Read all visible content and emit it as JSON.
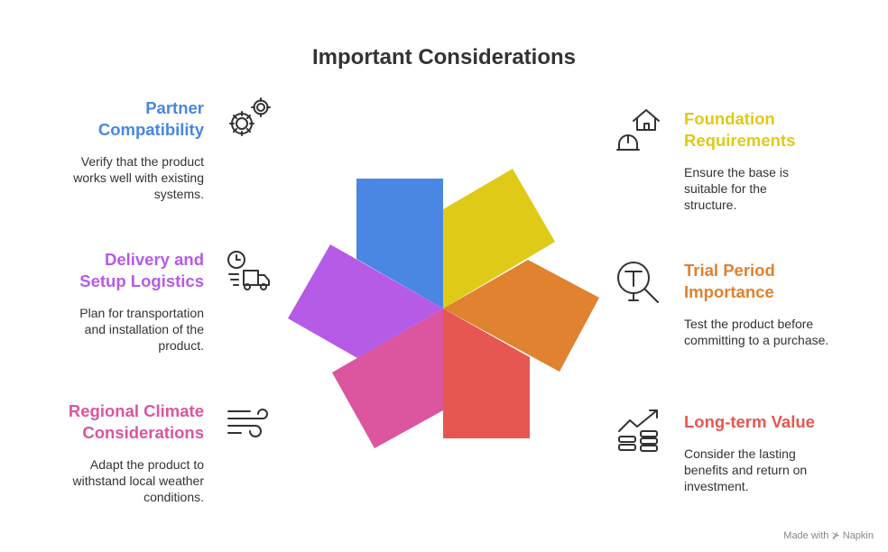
{
  "title": "Important Considerations",
  "items": [
    {
      "id": "partner",
      "title": "Partner\nCompatibility",
      "desc": "Verify that the product works well with existing systems.",
      "color": "#4a86e4",
      "icon": "gears-icon"
    },
    {
      "id": "delivery",
      "title": "Delivery and\nSetup Logistics",
      "desc": "Plan for transportation and installation of the product.",
      "color": "#b65be6",
      "icon": "delivery-truck-clock-icon"
    },
    {
      "id": "climate",
      "title": "Regional Climate\nConsiderations",
      "desc": "Adapt the product to withstand local weather conditions.",
      "color": "#db559f",
      "icon": "wind-icon"
    },
    {
      "id": "foundation",
      "title": "Foundation\nRequirements",
      "desc": "Ensure the base is suitable for the structure.",
      "color": "#dfcb17",
      "icon": "house-hardhat-icon"
    },
    {
      "id": "trial",
      "title": "Trial Period\nImportance",
      "desc": "Test the product before committing to a purchase.",
      "color": "#e08230",
      "icon": "magnifier-test-icon"
    },
    {
      "id": "value",
      "title": "Long-term Value",
      "desc": "Consider the lasting benefits and return on investment.",
      "color": "#e65752",
      "icon": "growth-coins-icon"
    }
  ],
  "footer": "Made with ⊁ Napkin"
}
